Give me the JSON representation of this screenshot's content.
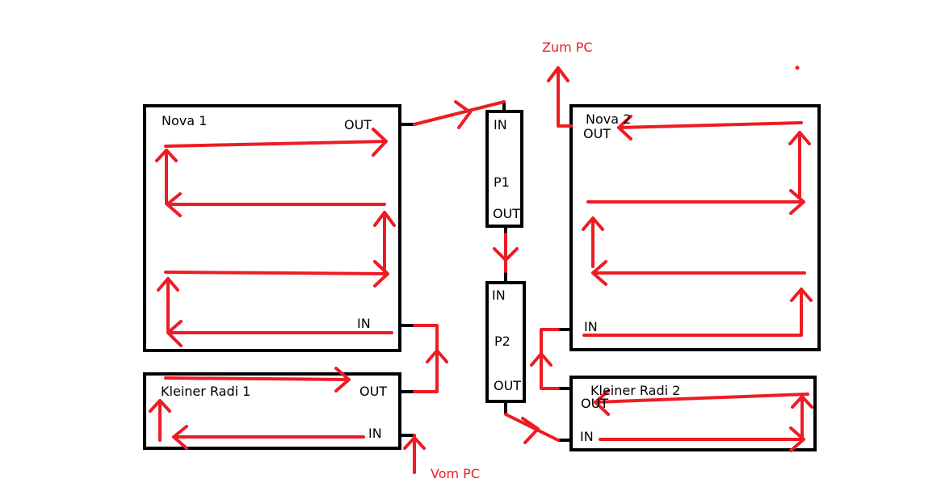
{
  "colors": {
    "flow": "#ed1c24",
    "outline": "#000000",
    "background": "#ffffff"
  },
  "components": {
    "nova1": {
      "name": "Nova 1",
      "out": "OUT",
      "in": "IN"
    },
    "nova2": {
      "name": "Nova 2",
      "out": "OUT",
      "in": "IN"
    },
    "kleiner_radi1": {
      "name": "Kleiner Radi 1",
      "out": "OUT",
      "in": "IN"
    },
    "kleiner_radi2": {
      "name": "Kleiner Radi 2",
      "out": "OUT",
      "in": "IN"
    },
    "p1": {
      "name": "P1",
      "in": "IN",
      "out": "OUT"
    },
    "p2": {
      "name": "P2",
      "in": "IN",
      "out": "OUT"
    }
  },
  "annotations": {
    "to_pc": "Zum PC",
    "from_pc": "Vom PC"
  }
}
